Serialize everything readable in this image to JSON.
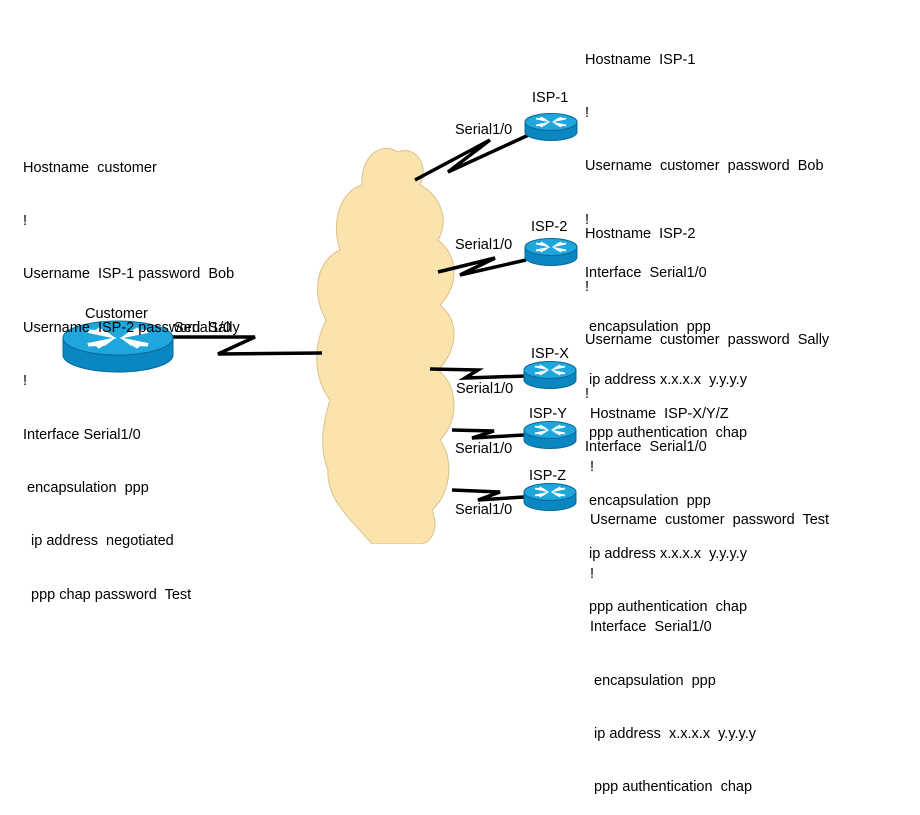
{
  "colors": {
    "cloud_fill": "#fbe3ad",
    "cloud_stroke": "#d9c28a",
    "router_body": "#0a86c0",
    "router_top": "#1fa7dd",
    "router_arrow": "#ffffff",
    "link": "#000000"
  },
  "configs": {
    "customer": [
      "Hostname  customer",
      "!",
      "Username  ISP-1 password  Bob",
      "Username  ISP-2 password  Sally",
      "!",
      "Interface Serial1/0",
      " encapsulation  ppp",
      "  ip address  negotiated",
      "  ppp chap password  Test"
    ],
    "isp1": [
      "Hostname  ISP-1",
      "!",
      "Username  customer  password  Bob",
      "!",
      "Interface  Serial1/0",
      " encapsulation  ppp",
      " ip address x.x.x.x  y.y.y.y",
      " ppp authentication  chap"
    ],
    "isp2": [
      "Hostname  ISP-2",
      "!",
      "Username  customer  password  Sally",
      "!",
      "Interface  Serial1/0",
      " encapsulation  ppp",
      " ip address x.x.x.x  y.y.y.y",
      " ppp authentication  chap"
    ],
    "ispx": [
      "Hostname  ISP-X/Y/Z",
      "!",
      "Username  customer  password  Test",
      "!",
      "Interface  Serial1/0",
      " encapsulation  ppp",
      " ip address  x.x.x.x  y.y.y.y",
      " ppp authentication  chap"
    ]
  },
  "routers": {
    "customer": {
      "name": "Customer",
      "interface": "Serial1/0",
      "icon": "router-icon"
    },
    "isp1": {
      "name": "ISP-1",
      "interface": "Serial1/0",
      "icon": "router-icon"
    },
    "isp2": {
      "name": "ISP-2",
      "interface": "Serial1/0",
      "icon": "router-icon"
    },
    "ispx": {
      "name": "ISP-X",
      "interface": "Serial1/0",
      "icon": "router-icon"
    },
    "ispy": {
      "name": "ISP-Y",
      "interface": "Serial1/0",
      "icon": "router-icon"
    },
    "ispz": {
      "name": "ISP-Z",
      "interface": "Serial1/0",
      "icon": "router-icon"
    }
  },
  "cloud": {
    "icon": "cloud-icon"
  }
}
